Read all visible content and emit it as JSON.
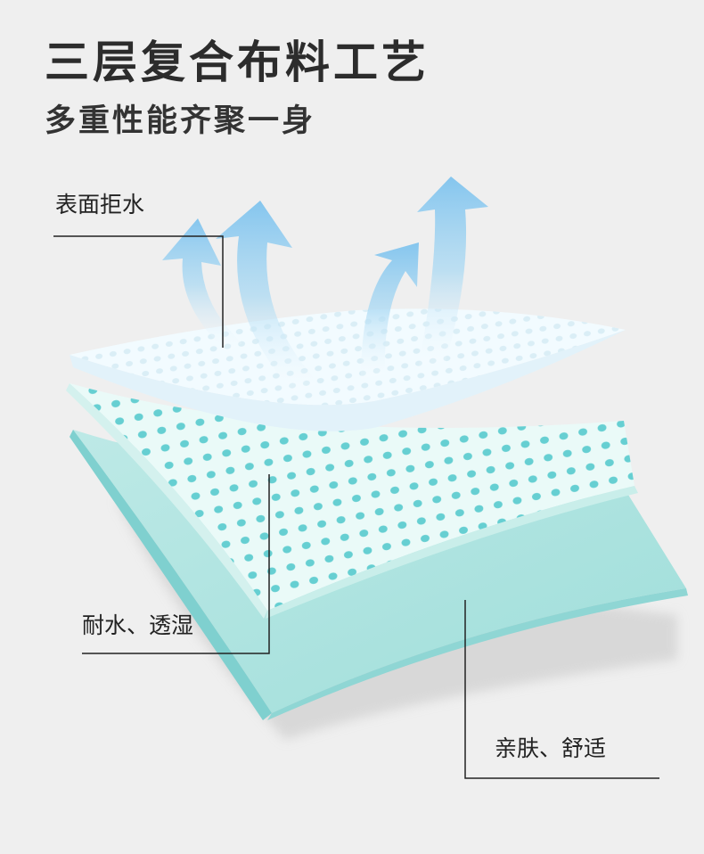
{
  "header": {
    "title": "三层复合布料工艺",
    "subtitle": "多重性能齐聚一身"
  },
  "layers": [
    {
      "label": "表面拒水"
    },
    {
      "label": "耐水、透湿"
    },
    {
      "label": "亲肤、舒适"
    }
  ],
  "colors": {
    "background": "#efefef",
    "top_layer": "#f2fbff",
    "middle_layer": "#eafaf8",
    "middle_dots": "#4fc8cc",
    "bottom_layer": "#a9e3e0",
    "bottom_edge": "#7fd0cf",
    "arrow": "#8ccbf0",
    "callout_line": "#222222"
  },
  "icons": [
    "moisture-arrow-icon"
  ]
}
